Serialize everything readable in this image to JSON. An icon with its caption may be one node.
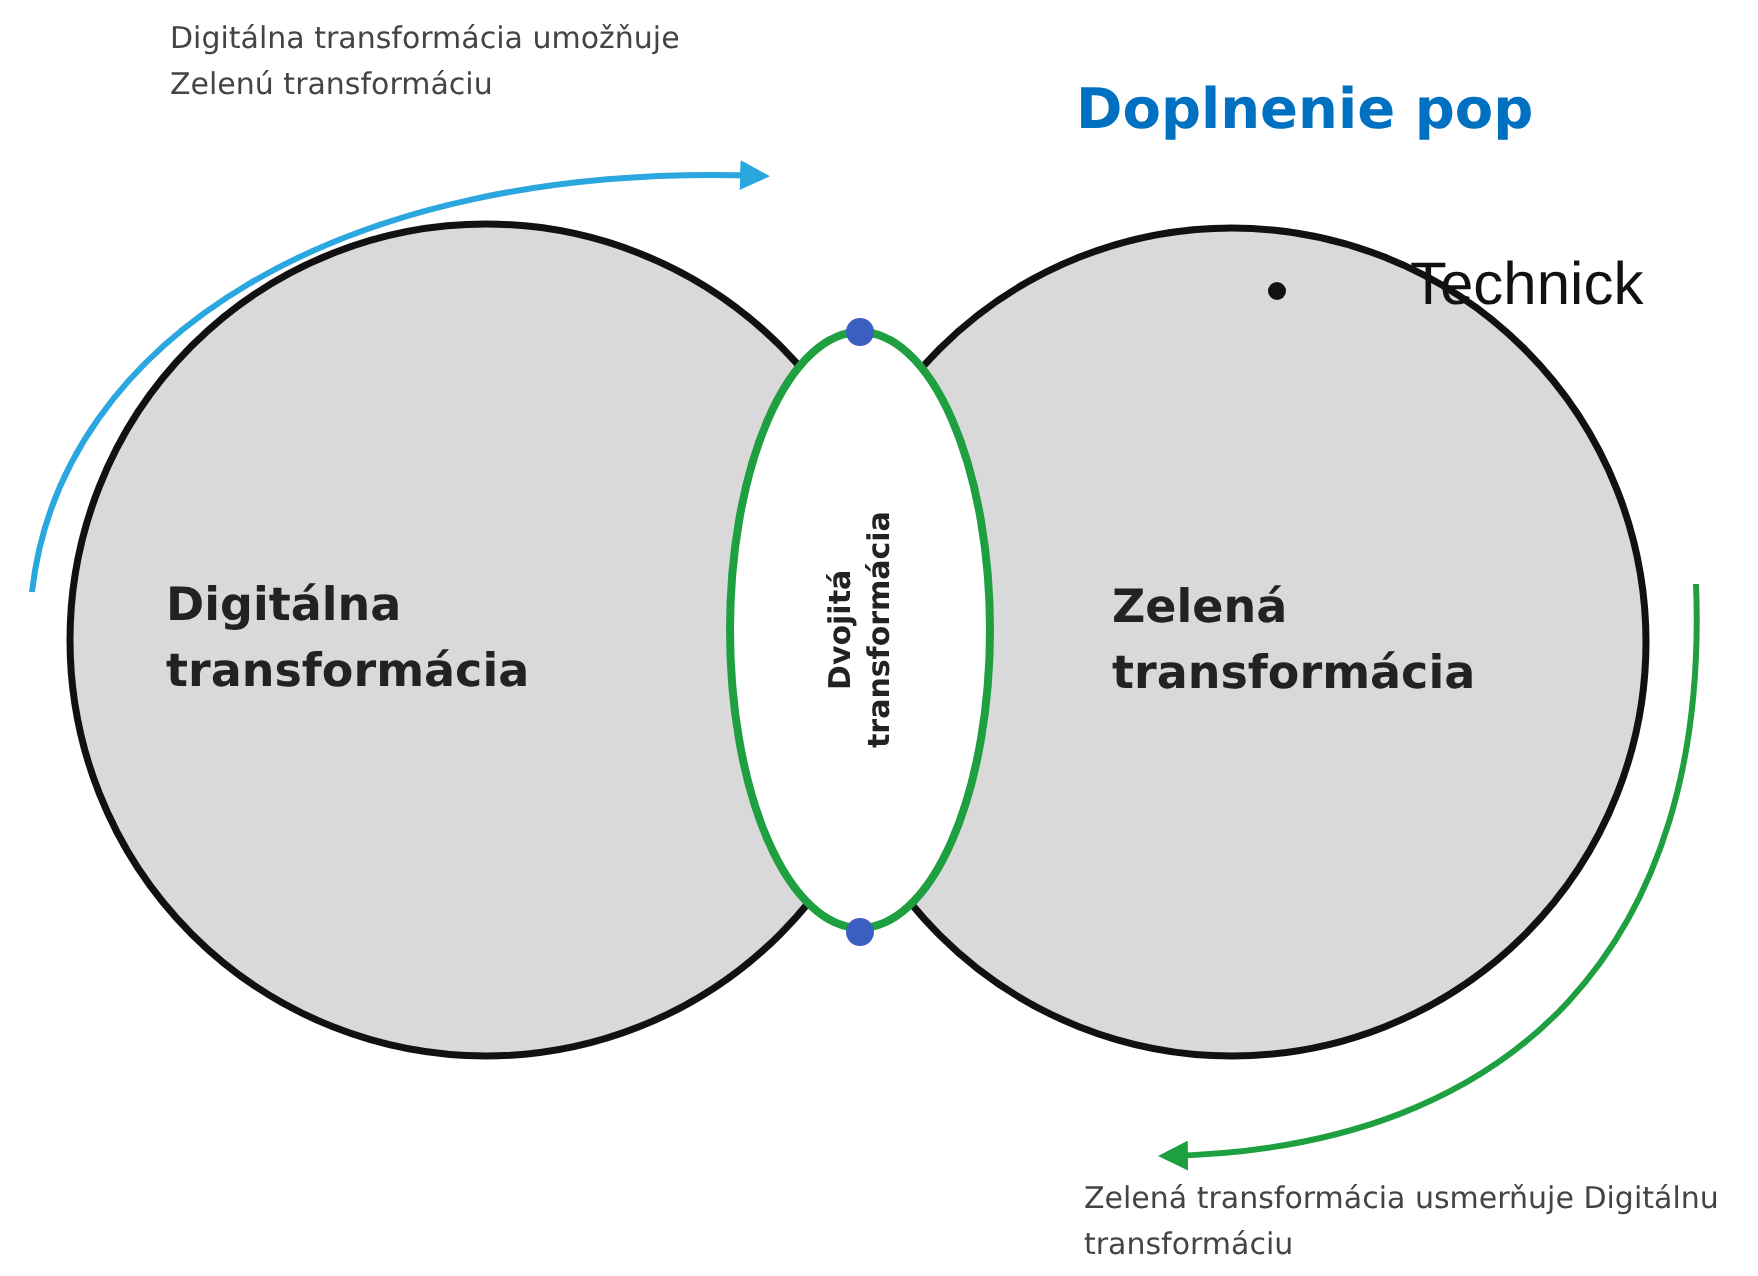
{
  "diagram": {
    "title": "Doplnenie pop",
    "nodes": [
      {
        "text": [
          "Digitálna transformácia"
        ]
      },
      {
        "text": [
          "Zelená transformácia"
        ]
      },
      {
        "text": [
          "Dvojitá transformácia"
        ]
      }
    ],
    "labels": [
      "Digitálna transformácia umožňuje Zelenú transformáciu",
      "Technick",
      "Zelená transformácia usmerňuje Digitálnu transformáciu"
    ]
  }
}
